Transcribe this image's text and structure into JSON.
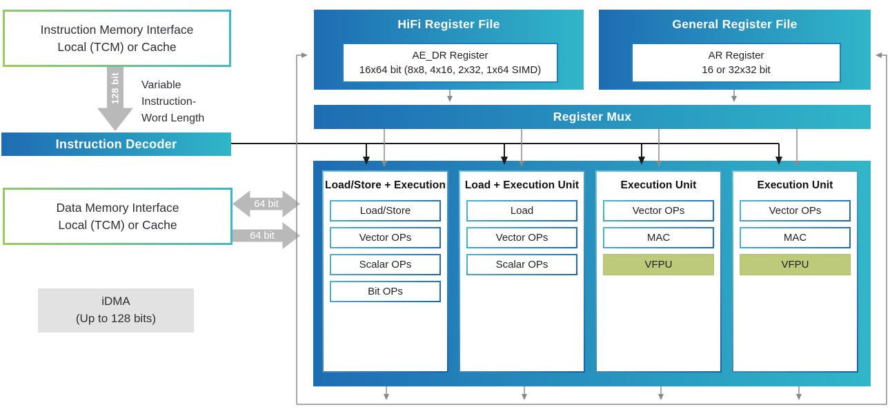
{
  "colors": {
    "gradient_start": "#1e6cb3",
    "gradient_end": "#31b6c9",
    "border_green": "#9ccd55",
    "border_cyan": "#38b6cf",
    "vfpu_green": "#bcca79",
    "gray_arrow": "#b9b9b9",
    "idma_gray": "#e2e2e2",
    "line_gray": "#8a8a8a",
    "line_black": "#1a1a1a"
  },
  "left": {
    "instruction_memory": {
      "line1": "Instruction Memory Interface",
      "line2": "Local (TCM) or Cache"
    },
    "bus_128": "128 bit",
    "variable_note": [
      "Variable",
      "Instruction-",
      "Word Length"
    ],
    "instruction_decoder": "Instruction Decoder",
    "data_memory": {
      "line1": "Data Memory Interface",
      "line2": "Local (TCM) or Cache"
    },
    "bus_64_top": "64 bit",
    "bus_64_bottom": "64 bit",
    "idma": {
      "line1": "iDMA",
      "line2": "(Up to 128 bits)"
    }
  },
  "register_files": {
    "hifi": {
      "title": "HiFi Register File",
      "register_line1": "AE_DR Register",
      "register_line2": "16x64 bit (8x8, 4x16, 2x32, 1x64 SIMD)"
    },
    "general": {
      "title": "General Register File",
      "register_line1": "AR Register",
      "register_line2": "16 or 32x32 bit"
    }
  },
  "register_mux": "Register Mux",
  "execution_units": [
    {
      "title": "Load/Store + Execution",
      "blocks": [
        "Load/Store",
        "Vector OPs",
        "Scalar OPs",
        "Bit OPs"
      ]
    },
    {
      "title": "Load + Execution Unit",
      "blocks": [
        "Load",
        "Vector OPs",
        "Scalar OPs"
      ]
    },
    {
      "title": "Execution Unit",
      "blocks": [
        "Vector OPs",
        "MAC",
        "VFPU"
      ]
    },
    {
      "title": "Execution Unit",
      "blocks": [
        "Vector OPs",
        "MAC",
        "VFPU"
      ]
    }
  ]
}
